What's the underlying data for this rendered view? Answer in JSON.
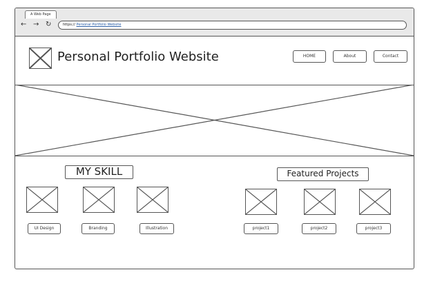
{
  "browser": {
    "tab_title": "A Web Page",
    "nav": {
      "back": "←",
      "forward": "→",
      "reload": "↻"
    },
    "url_prefix": "https://",
    "url_link": "Personal Portfolio Website"
  },
  "header": {
    "title": "Personal Portfolio Website",
    "nav_buttons": [
      "HOME",
      "About",
      "Contact"
    ]
  },
  "skills": {
    "title": "MY SKILL",
    "items": [
      "UI Design",
      "Branding",
      "Illustration"
    ]
  },
  "projects": {
    "title": "Featured Projects",
    "items": [
      "project1",
      "project2",
      "project3"
    ]
  },
  "colors": {
    "stroke": "#555555",
    "chrome": "#e9e9e9",
    "link": "#2b5fa8"
  },
  "icons": {
    "placeholder": "image-placeholder-icon"
  }
}
